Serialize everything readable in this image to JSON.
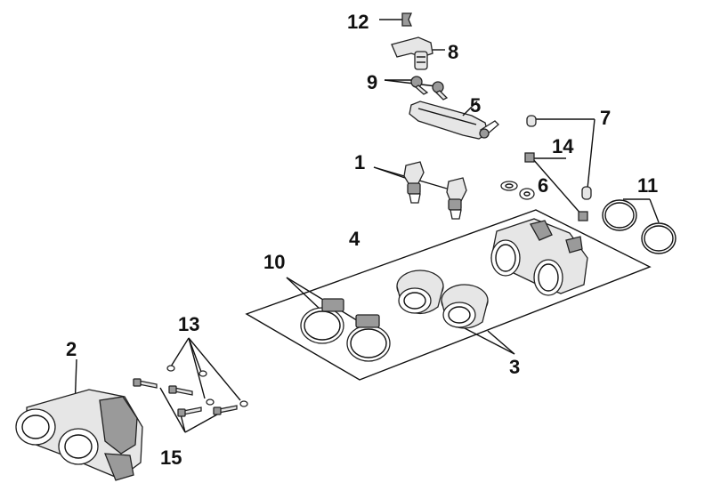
{
  "callouts": {
    "c1": "1",
    "c2": "2",
    "c3": "3",
    "c4": "4",
    "c5": "5",
    "c6": "6",
    "c7": "7",
    "c8": "8",
    "c9": "9",
    "c10": "10",
    "c11": "11",
    "c12": "12",
    "c13": "13",
    "c14": "14",
    "c15": "15"
  },
  "colors": {
    "line": "#111111",
    "part_fill": "#e6e6e6",
    "part_dark": "#9a9a9a",
    "background": "#ffffff"
  }
}
